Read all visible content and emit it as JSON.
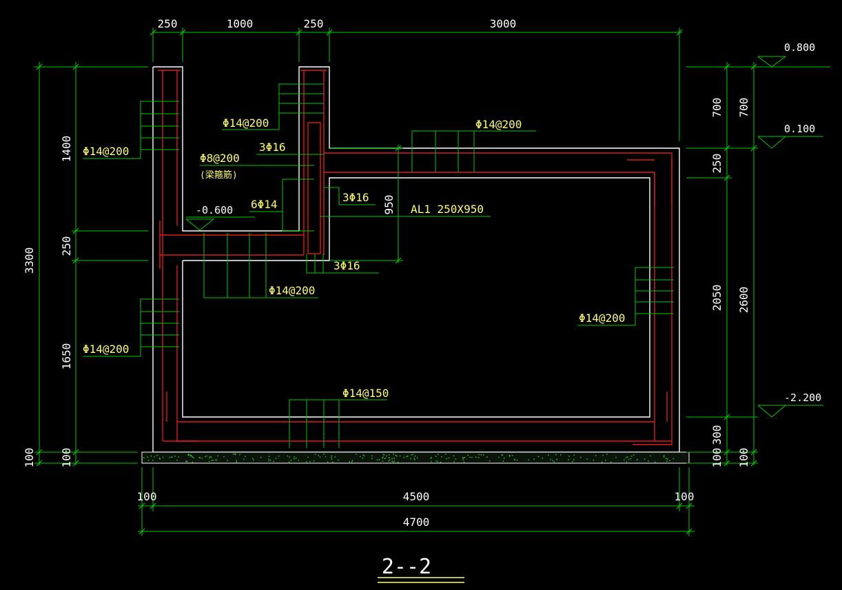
{
  "title": "2--2",
  "dimensions": {
    "top": [
      "250",
      "1000",
      "250",
      "3000"
    ],
    "left_outer": "3300",
    "left_inner": [
      "1400",
      "250",
      "1650"
    ],
    "left_base_outer": "100",
    "left_base_inner": "100",
    "right_inner": [
      "700",
      "250",
      "2050",
      "300",
      "100"
    ],
    "right_outer": [
      "700",
      "2600",
      "100"
    ],
    "beam_depth": "950",
    "bottom_pieces": [
      "100",
      "4500",
      "100"
    ],
    "bottom_total": "4700"
  },
  "elevations": [
    "0.800",
    "0.100",
    "-2.200",
    "-0.600"
  ],
  "rebar_labels": {
    "left_wall_upper": "Φ14@200",
    "left_wall_lower": "Φ14@200",
    "mid_wall": "Φ14@200",
    "tie_bar": "Φ8@200",
    "tie_bar_note": "(梁箍筋)",
    "beam_top": "3Φ16",
    "beam_mid": "3Φ16",
    "beam_bottom": "3Φ16",
    "ledge_bars": "6Φ14",
    "ledge_slab": "Φ14@200",
    "roof_slab": "Φ14@200",
    "right_wall": "Φ14@200",
    "bottom_slab": "Φ14@150",
    "beam_name": "AL1 250X950"
  },
  "colors": {
    "background": "#000000",
    "dimension_lines": "#00cc00",
    "concrete_outline": "#ffffff",
    "rebar": "#dd1a1a",
    "labels": "#ffff66"
  }
}
